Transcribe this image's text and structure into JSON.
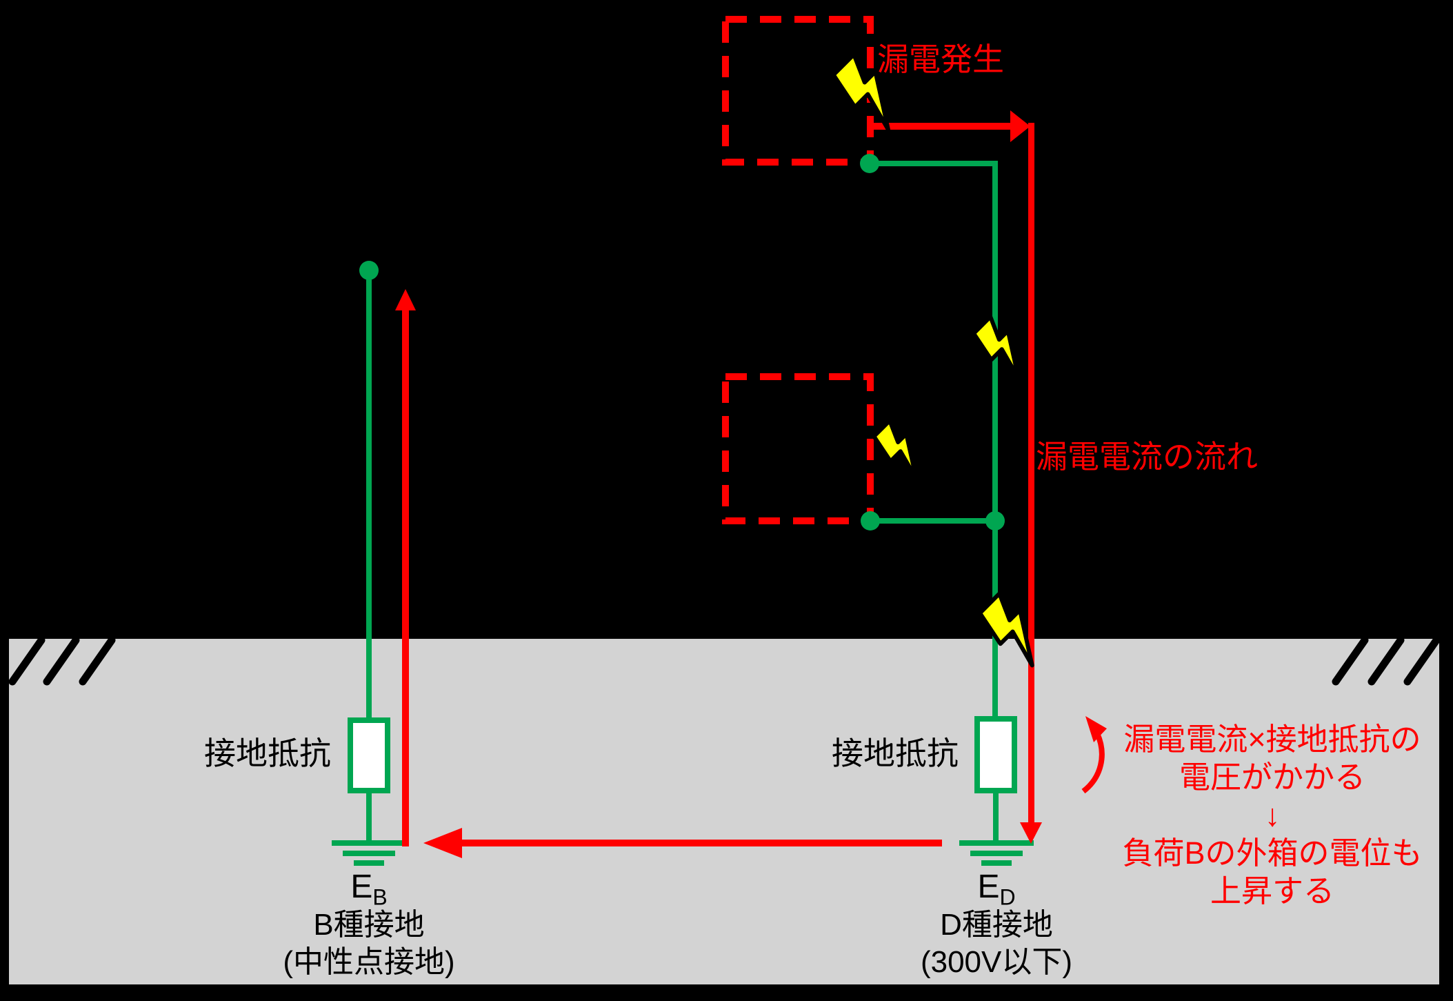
{
  "colors": {
    "red": "#ff0000",
    "green": "#00a651",
    "yellow": "#ffff00",
    "ground_gray": "#d3d3d3",
    "background_black": "#000000",
    "resistor_fill": "#ffffff",
    "text_black": "#000000"
  },
  "diagram": {
    "leak_label": "漏電発生",
    "flow_label": "漏電電流の流れ",
    "resistor_label_left": "接地抵抗",
    "resistor_label_right": "接地抵抗",
    "electrode_b": {
      "symbol": "E",
      "subscript": "B",
      "class_label": "B種接地",
      "note_label": "(中性点接地)"
    },
    "electrode_d": {
      "symbol": "E",
      "subscript": "D",
      "class_label": "D種接地",
      "note_label": "(300V以下)"
    },
    "voltage_note": {
      "lines": [
        "漏電電流×接地抵抗の",
        "電圧がかかる",
        "↓",
        "負荷Bの外箱の電位も",
        "上昇する"
      ]
    },
    "icons": {
      "lightning_bolt": "zigzag-lightning-bolt",
      "curved_arrow": "counterclockwise-arc-arrow"
    }
  }
}
